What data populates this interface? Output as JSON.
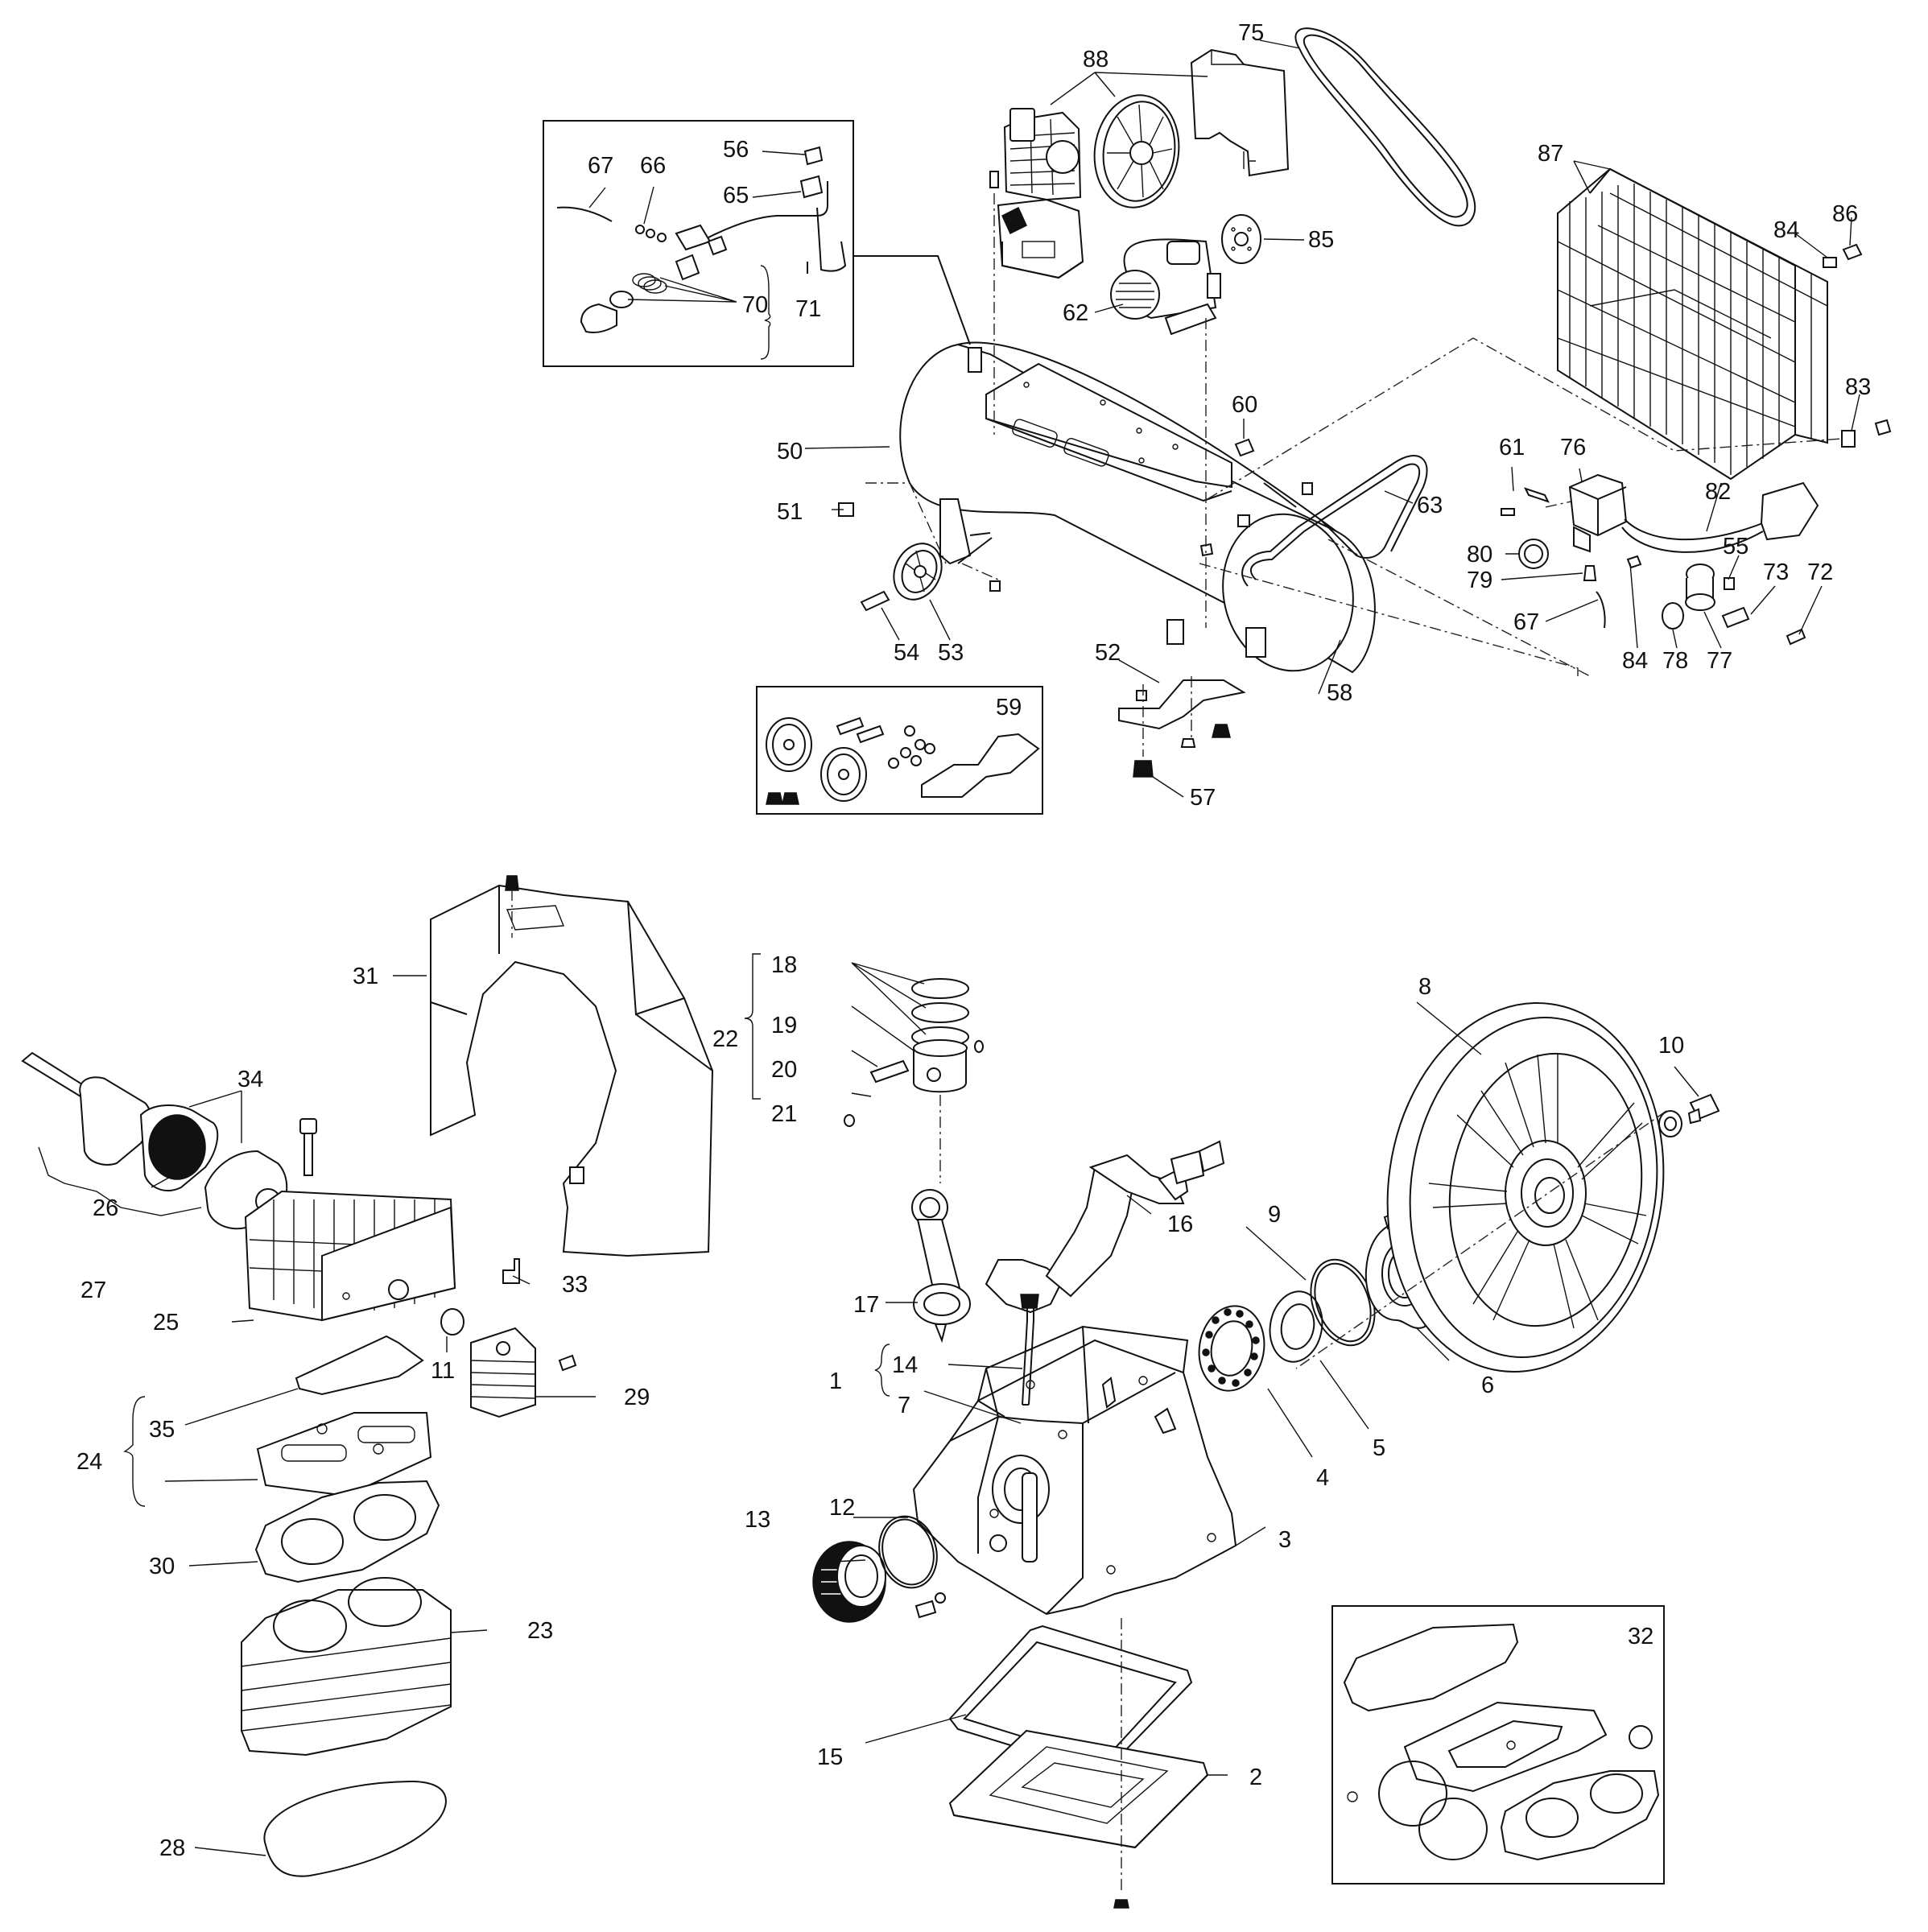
{
  "callouts": [
    "1",
    "2",
    "3",
    "4",
    "5",
    "6",
    "7",
    "8",
    "9",
    "10",
    "11",
    "12",
    "13",
    "14",
    "15",
    "16",
    "17",
    "18",
    "19",
    "20",
    "21",
    "22",
    "23",
    "24",
    "25",
    "26",
    "27",
    "28",
    "29",
    "30",
    "31",
    "32",
    "33",
    "34",
    "35",
    "50",
    "51",
    "52",
    "53",
    "54",
    "55",
    "56",
    "57",
    "58",
    "59",
    "60",
    "61",
    "62",
    "63",
    "65",
    "66",
    "67",
    "70",
    "71",
    "72",
    "73",
    "75",
    "76",
    "77",
    "78",
    "79",
    "80",
    "82",
    "83",
    "84",
    "85",
    "86",
    "87",
    "88"
  ],
  "part_icons": {
    "tank": "horizontal-air-tank",
    "pump": "compressor-pump-head",
    "motor": "electric-motor",
    "flywheel": "spoked-pulley",
    "belt": "v-belt",
    "guard": "wire-belt-guard",
    "pressure_switch": "pressure-switch",
    "gauge": "pressure-gauge"
  }
}
